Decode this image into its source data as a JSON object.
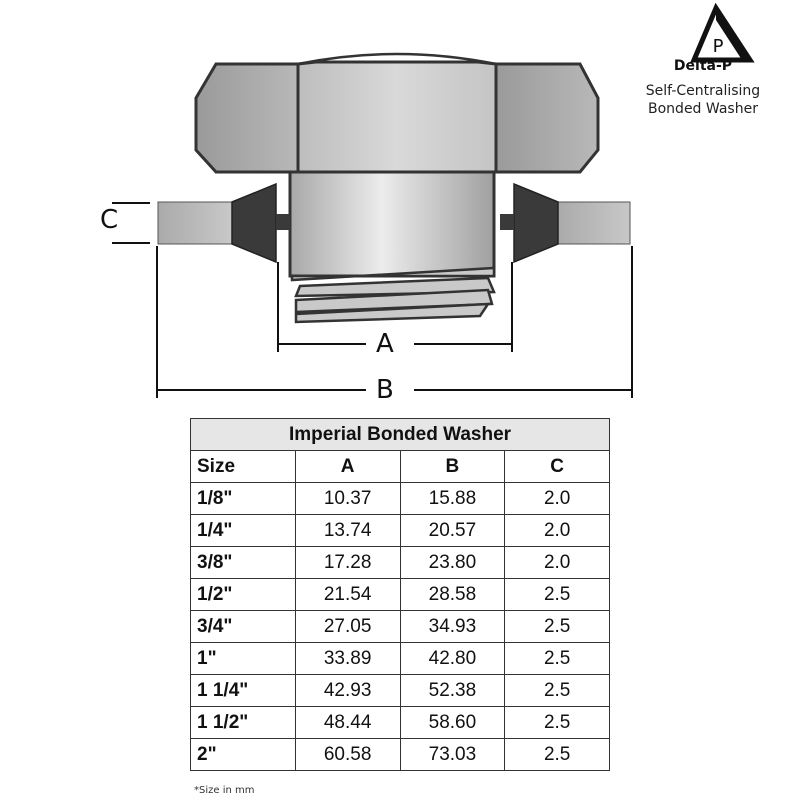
{
  "brand": {
    "name": "Delta-P",
    "logo_letter": "P",
    "tagline_line1": "Self-Centralising",
    "tagline_line2": "Bonded Washer"
  },
  "diagram": {
    "dimension_labels": {
      "a": "A",
      "b": "B",
      "c": "C"
    },
    "icon": "bonded-washer-bolt-cross-section"
  },
  "table": {
    "title": "Imperial Bonded Washer",
    "headers": [
      "Size",
      "A",
      "B",
      "C"
    ],
    "rows": [
      [
        "1/8\"",
        "10.37",
        "15.88",
        "2.0"
      ],
      [
        "1/4\"",
        "13.74",
        "20.57",
        "2.0"
      ],
      [
        "3/8\"",
        "17.28",
        "23.80",
        "2.0"
      ],
      [
        "1/2\"",
        "21.54",
        "28.58",
        "2.5"
      ],
      [
        "3/4\"",
        "27.05",
        "34.93",
        "2.5"
      ],
      [
        "1\"",
        "33.89",
        "42.80",
        "2.5"
      ],
      [
        "1 1/4\"",
        "42.93",
        "52.38",
        "2.5"
      ],
      [
        "1 1/2\"",
        "48.44",
        "58.60",
        "2.5"
      ],
      [
        "2\"",
        "60.58",
        "73.03",
        "2.5"
      ]
    ],
    "footnote": "*Size in mm"
  }
}
